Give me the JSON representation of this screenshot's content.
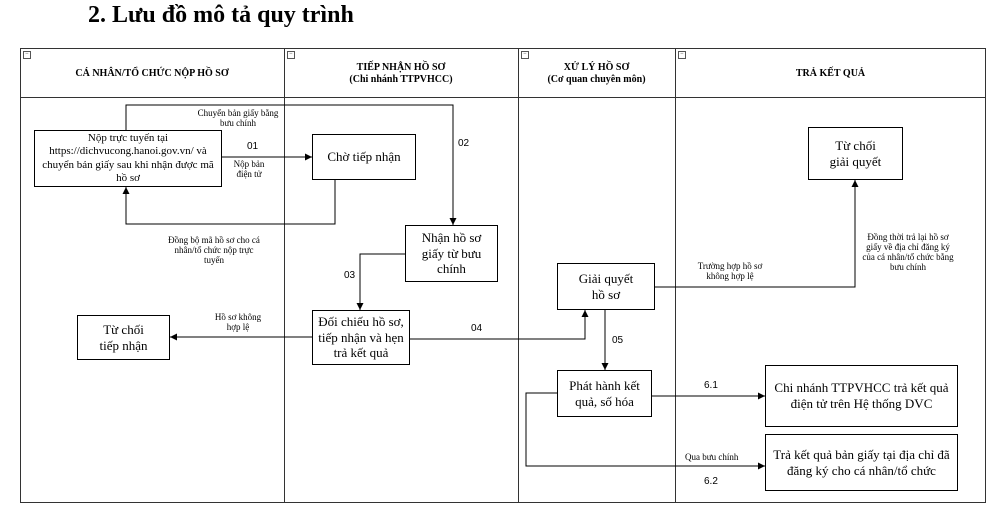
{
  "title": "2. Lưu đồ mô tả quy trình",
  "lanes": [
    {
      "title": "CÁ NHÂN/TỔ CHỨC NỘP HỒ SƠ",
      "subtitle": ""
    },
    {
      "title": "TIẾP NHẬN HỒ SƠ",
      "subtitle": "(Chi nhánh TTPVHCC)"
    },
    {
      "title": "XỬ LÝ HỒ SƠ",
      "subtitle": "(Cơ quan chuyên môn)"
    },
    {
      "title": "TRẢ KẾT QUẢ",
      "subtitle": ""
    }
  ],
  "nodes": {
    "submit_online": "Nộp trực tuyến tại https://dichvucong.hanoi.gov.vn/ và chuyển bản giấy sau khi nhận được mã hồ sơ",
    "waiting": "Chờ tiếp nhận",
    "receive_paper": "Nhận hồ sơ giấy từ bưu chính",
    "compare": "Đối chiếu hồ sơ, tiếp nhận và hẹn trả kết quả",
    "reject_intake": "Từ chối tiếp nhận",
    "resolve": "Giải quyết hồ sơ",
    "publish": "Phát hành kết quả, số hóa",
    "reject_resolve": "Từ chối giải quyết",
    "return_electronic": "Chi nhánh TTPVHCC trả kết quả điện tử trên Hệ thống DVC",
    "return_paper": "Trả kết quả bản giấy tại địa chỉ đã đăng ký cho cá nhân/tổ chức"
  },
  "notes": {
    "paper_by_post": "Chuyển bản giấy bằng bưu chính",
    "submit_electronic": "Nộp bản điện tử",
    "sync_code": "Đồng bộ mã hồ sơ cho cá nhân/tổ chức nộp trực tuyến",
    "invalid_intake": "Hồ sơ không hợp lệ",
    "invalid_case": "Trường hợp hồ sơ không hợp lệ",
    "return_paper_note": "Đồng thời trả lại hồ sơ giấy về địa chỉ đăng ký của cá nhân/tổ chức bằng bưu chính",
    "via_post": "Qua bưu chính"
  },
  "steps": {
    "s01": "01",
    "s02": "02",
    "s03": "03",
    "s04": "04",
    "s05": "05",
    "s61": "6.1",
    "s62": "6.2"
  }
}
